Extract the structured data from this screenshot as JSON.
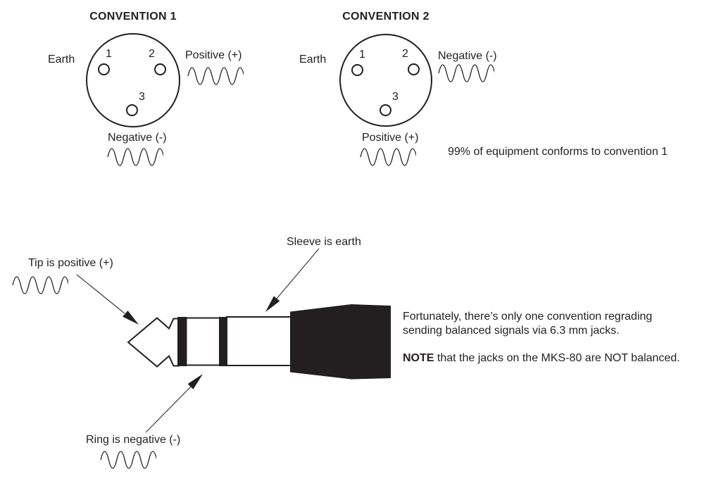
{
  "colors": {
    "ink": "#231f20",
    "background": "#ffffff"
  },
  "conventions": [
    {
      "title": "CONVENTION 1",
      "earth_label": "Earth",
      "pin1": "1",
      "pin2": "2",
      "pin3": "3",
      "side_label": "Positive (+)",
      "bottom_label": "Negative (-)"
    },
    {
      "title": "CONVENTION 2",
      "earth_label": "Earth",
      "pin1": "1",
      "pin2": "2",
      "pin3": "3",
      "side_label": "Negative (-)",
      "bottom_label": "Positive (+)"
    }
  ],
  "conformance_note": "99% of equipment conforms to convention 1",
  "jack_labels": {
    "tip": "Tip is positive (+)",
    "sleeve": "Sleeve is earth",
    "ring": "Ring is negative (-)"
  },
  "side_text": {
    "line1": "Fortunately, there’s only one convention regrading",
    "line2": "sending balanced signals via 6.3 mm jacks.",
    "note_bold": "NOTE",
    "note_rest": " that the jacks on the MKS-80 are NOT balanced."
  }
}
